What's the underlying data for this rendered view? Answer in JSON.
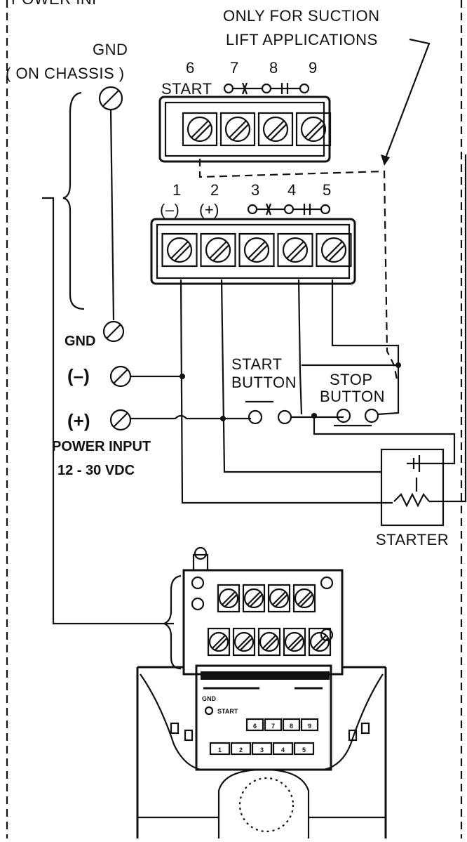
{
  "header": {
    "power_text": "POWER INP"
  },
  "suction_note": {
    "line1": "ONLY FOR SUCTION",
    "line2": "LIFT APPLICATIONS"
  },
  "gnd_chassis": {
    "line1": "GND",
    "line2": "( ON CHASSIS )"
  },
  "upper_block": {
    "numbers": [
      "6",
      "7",
      "8",
      "9"
    ],
    "start_label": "START"
  },
  "lower_block": {
    "numbers": [
      "1",
      "2",
      "3",
      "4",
      "5"
    ],
    "polarity": [
      "(–)",
      "(+)"
    ]
  },
  "left_terminals": {
    "gnd": "GND",
    "minus": "(–)",
    "plus": "(+)",
    "power_input": "POWER INPUT",
    "voltage": "12 - 30 VDC"
  },
  "buttons": {
    "start_line1": "START",
    "start_line2": "BUTTON",
    "stop_line1": "STOP",
    "stop_line2": "BUTTON"
  },
  "starter": {
    "label": "STARTER"
  },
  "unit_panel": {
    "gnd": "GND",
    "start": "START",
    "upper_numbers": [
      "6",
      "7",
      "8",
      "9"
    ],
    "lower_numbers": [
      "1",
      "2",
      "3",
      "4",
      "5"
    ]
  }
}
